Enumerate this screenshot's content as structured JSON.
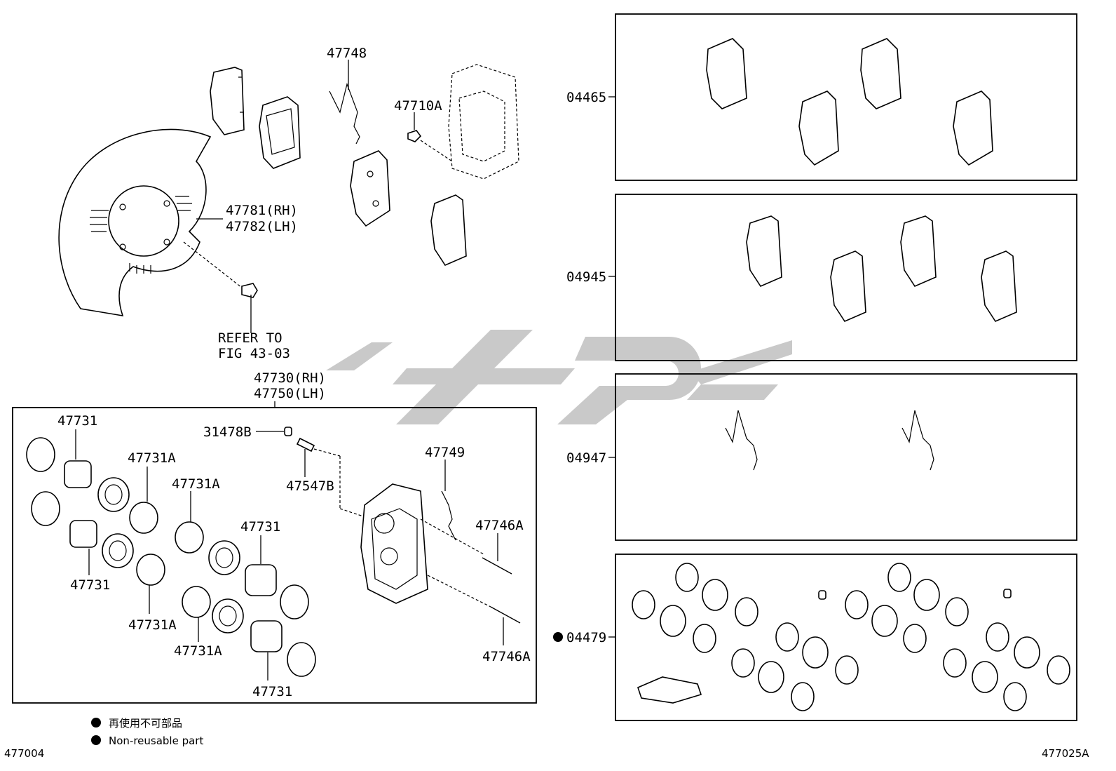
{
  "labels": {
    "p47748": "47748",
    "p47710a": "47710A",
    "p47781": "47781(RH)",
    "p47782": "47782(LH)",
    "refer1": "REFER TO",
    "refer2": "FIG 43-03",
    "p47730": "47730(RH)",
    "p47750": "47750(LH)",
    "p47731_a": "47731",
    "p31478b": "31478B",
    "p47547b": "47547B",
    "p47749": "47749",
    "p47731a_1": "47731A",
    "p47731a_2": "47731A",
    "p47731_b": "47731",
    "p47746a_1": "47746A",
    "p47731_c": "47731",
    "p47731a_3": "47731A",
    "p47731a_4": "47731A",
    "p47746a_2": "47746A",
    "p47731_d": "47731"
  },
  "kits": [
    {
      "code": "04465"
    },
    {
      "code": "04945"
    },
    {
      "code": "04947"
    },
    {
      "code": "04479",
      "non_reusable": true
    }
  ],
  "legend": {
    "jp": "再使用不可部品",
    "en": "Non-reusable part"
  },
  "footer": {
    "left_id": "477004",
    "right_id": "477025A"
  },
  "colors": {
    "line": "#000000",
    "watermark": "#c9c9c9"
  }
}
